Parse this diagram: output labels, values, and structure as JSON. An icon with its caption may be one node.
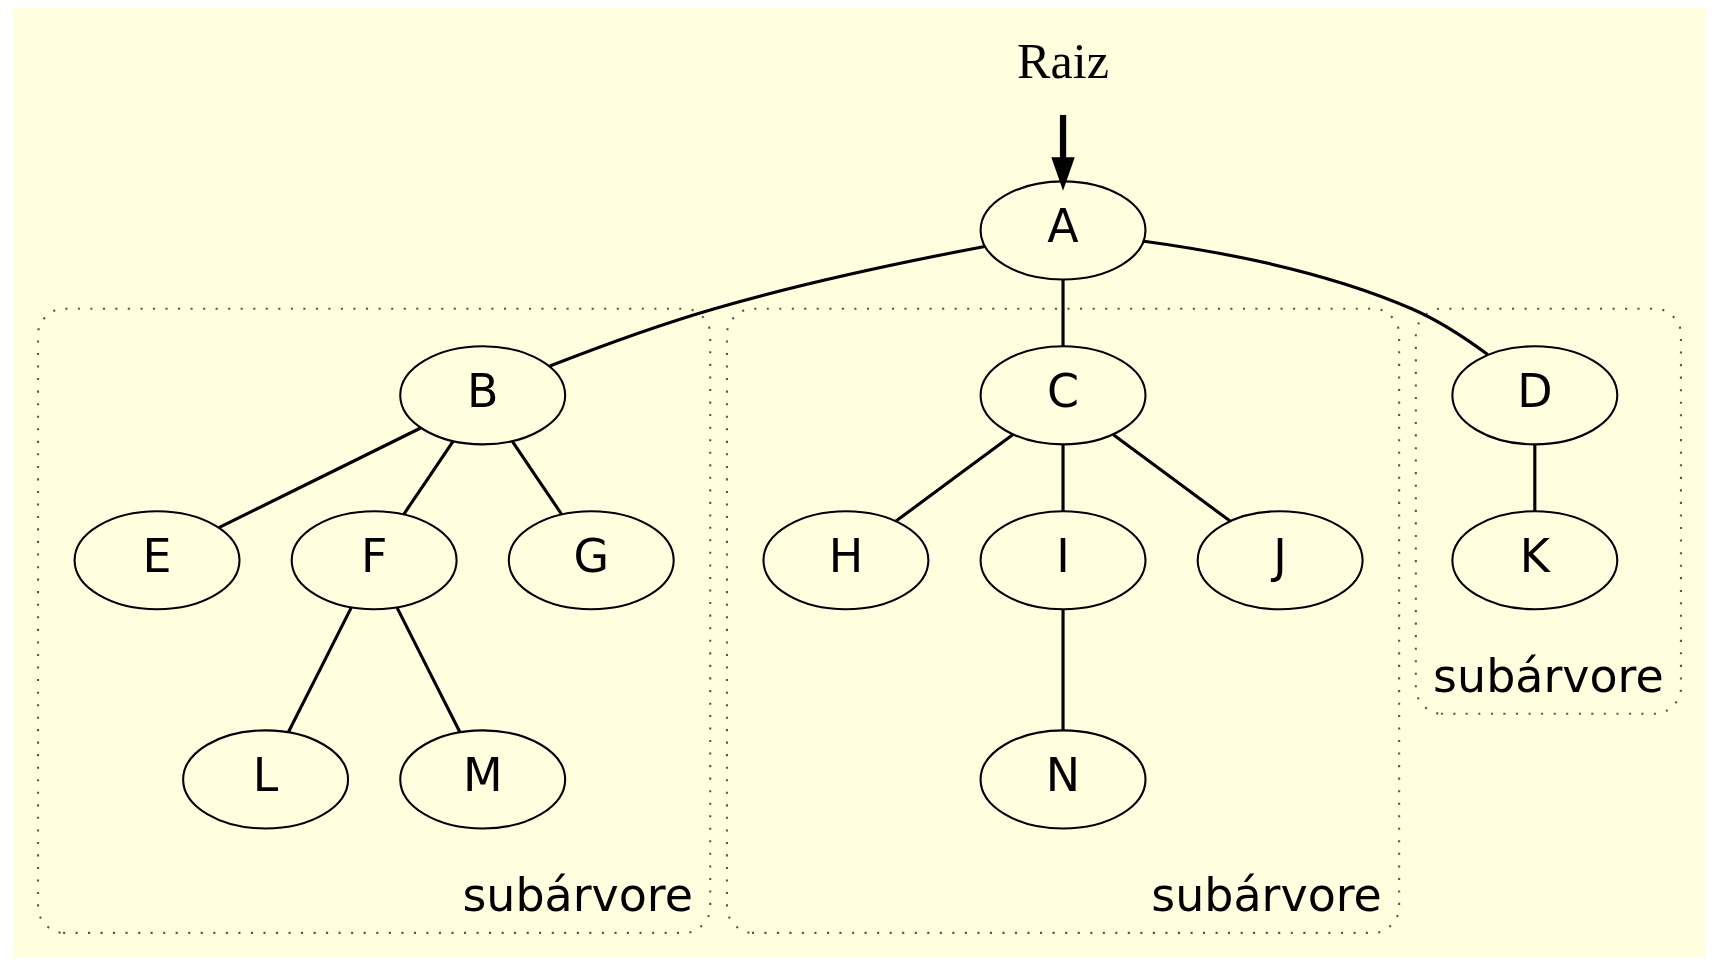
{
  "diagram": {
    "nodes": [
      {
        "text": [
          "Raiz"
        ]
      },
      {
        "text": [
          "A"
        ]
      },
      {
        "text": [
          "subárvore"
        ]
      },
      {
        "text": [
          "B"
        ],
        "in": 2
      },
      {
        "text": [
          "E"
        ],
        "in": 2
      },
      {
        "text": [
          "F"
        ],
        "in": 2
      },
      {
        "text": [
          "G"
        ],
        "in": 2
      },
      {
        "text": [
          "L"
        ],
        "in": 2
      },
      {
        "text": [
          "M"
        ],
        "in": 2
      },
      {
        "text": [
          "subárvore"
        ]
      },
      {
        "text": [
          "C"
        ],
        "in": 9
      },
      {
        "text": [
          "H"
        ],
        "in": 9
      },
      {
        "text": [
          "I"
        ],
        "in": 9
      },
      {
        "text": [
          "J"
        ],
        "in": 9
      },
      {
        "text": [
          "N"
        ],
        "in": 9
      },
      {
        "text": [
          "subárvore"
        ]
      },
      {
        "text": [
          "D"
        ],
        "in": 15
      },
      {
        "text": [
          "K"
        ],
        "in": 15
      }
    ],
    "edges": [
      {
        "from": 0,
        "to": 1,
        "arrow": "to",
        "style": "thick"
      },
      {
        "from": 1,
        "to": 3,
        "arrow": "none"
      },
      {
        "from": 1,
        "to": 10,
        "arrow": "none"
      },
      {
        "from": 1,
        "to": 16,
        "arrow": "none"
      },
      {
        "from": 3,
        "to": 4,
        "arrow": "none"
      },
      {
        "from": 3,
        "to": 5,
        "arrow": "none"
      },
      {
        "from": 3,
        "to": 6,
        "arrow": "none"
      },
      {
        "from": 5,
        "to": 7,
        "arrow": "none"
      },
      {
        "from": 5,
        "to": 8,
        "arrow": "none"
      },
      {
        "from": 10,
        "to": 11,
        "arrow": "none"
      },
      {
        "from": 10,
        "to": 12,
        "arrow": "none"
      },
      {
        "from": 10,
        "to": 13,
        "arrow": "none"
      },
      {
        "from": 12,
        "to": 14,
        "arrow": "none"
      },
      {
        "from": 16,
        "to": 17,
        "arrow": "none"
      }
    ]
  }
}
